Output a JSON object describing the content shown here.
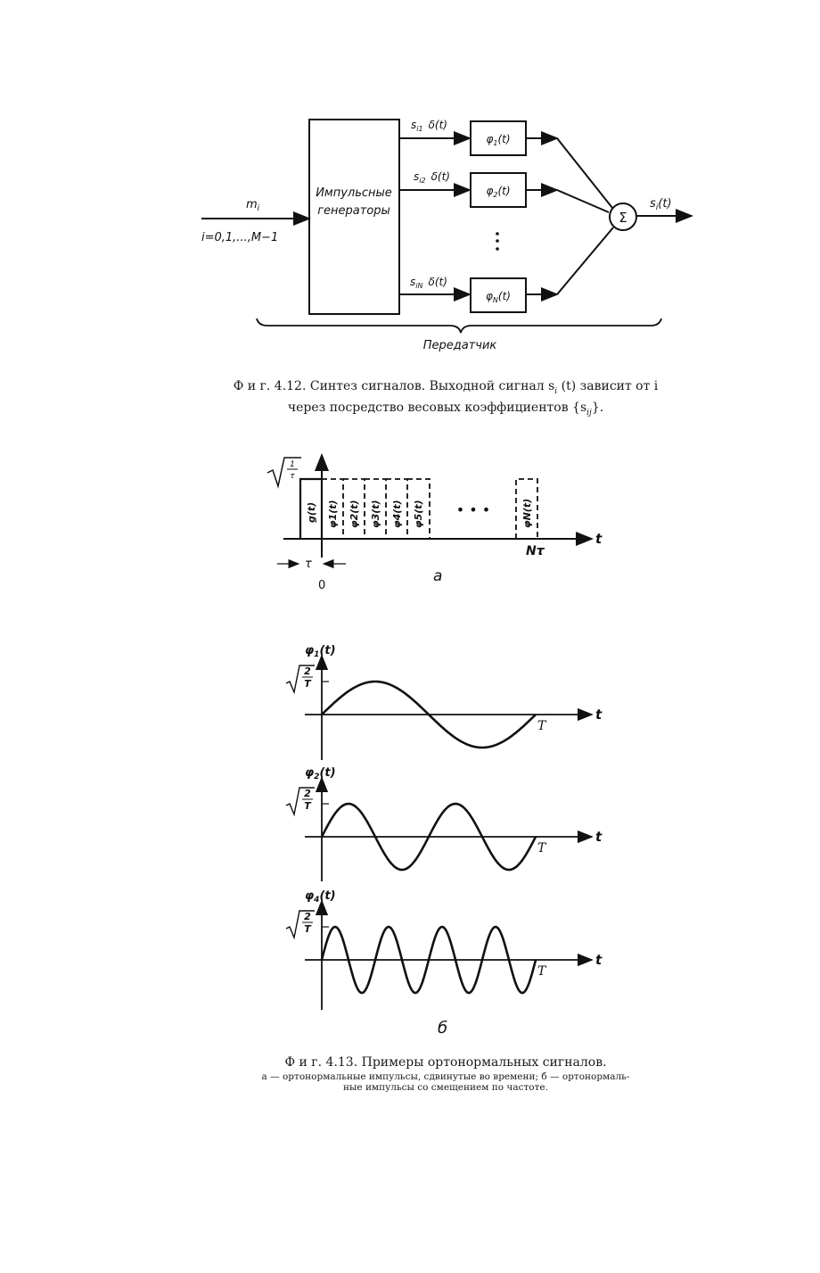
{
  "fig412": {
    "input_label": "m",
    "input_sub": "i",
    "input_range": "i=0,1,...,M−1",
    "block_line1": "Импульсные",
    "block_line2": "генераторы",
    "branches": [
      {
        "coef": "s",
        "coef_sub": "i1",
        "delta": "δ(t)",
        "filter": "φ",
        "filter_sub": "1",
        "filter_arg": "(t)"
      },
      {
        "coef": "s",
        "coef_sub": "i2",
        "delta": "δ(t)",
        "filter": "φ",
        "filter_sub": "2",
        "filter_arg": "(t)"
      },
      {
        "coef": "s",
        "coef_sub": "iN",
        "delta": "δ(t)",
        "filter": "φ",
        "filter_sub": "N",
        "filter_arg": "(t)"
      }
    ],
    "sum_symbol": "Σ",
    "output_label": "s",
    "output_sub": "i",
    "output_arg": "(t)",
    "brace_label": "Передатчик",
    "caption_line1": "Ф и г.  4.12. Синтез сигналов. Выходной сигнал s",
    "caption_line1_sub": "i",
    "caption_line1_tail": " (t) зависит от i",
    "caption_line2": "через посредство весовых коэффициентов {s",
    "caption_line2_sub": "ij",
    "caption_line2_tail": "}."
  },
  "fig413a": {
    "amp_num": "1",
    "amp_den": "τ",
    "pulses": [
      "g(t)",
      "φ1(t)",
      "φ2(t)",
      "φ3(t)",
      "φ4(t)",
      "φ5(t)",
      "φN(t)"
    ],
    "ellipsis": "• • •",
    "t_axis": "t",
    "end_label": "Nτ",
    "tau_label": "τ",
    "zero_label": "0",
    "panel_label": "a"
  },
  "fig413b": {
    "plots": [
      {
        "name": "φ",
        "sub": "1",
        "arg": "(t)",
        "amp_num": "2",
        "amp_den": "T",
        "cycles": 1,
        "end": "T",
        "axis": "t"
      },
      {
        "name": "φ",
        "sub": "2",
        "arg": "(t)",
        "amp_num": "2",
        "amp_den": "T",
        "cycles": 2,
        "end": "T",
        "axis": "t"
      },
      {
        "name": "φ",
        "sub": "4",
        "arg": "(t)",
        "amp_num": "2",
        "amp_den": "T",
        "cycles": 4,
        "end": "T",
        "axis": "t"
      }
    ],
    "panel_label": "б"
  },
  "caption413": {
    "title": "Ф и г.  4.13. Примеры ортонормальных сигналов.",
    "line1": "а — ортонормальные импульсы, сдвинутые во времени; б — ортонормаль-",
    "line2": "ные импульсы со смещением по частоте."
  }
}
